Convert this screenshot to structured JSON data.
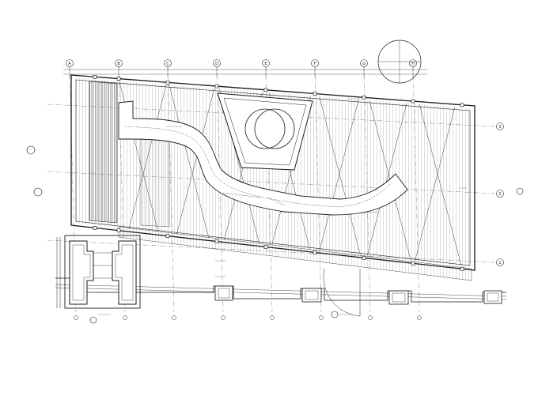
{
  "grid": {
    "columns": [
      "A",
      "B",
      "C",
      "D",
      "E",
      "F",
      "G",
      "H"
    ],
    "rows": [
      "3",
      "2",
      "1"
    ]
  },
  "colors": {
    "line": "#1a1a1a",
    "hatch": "#555555",
    "paper": "#ffffff"
  }
}
